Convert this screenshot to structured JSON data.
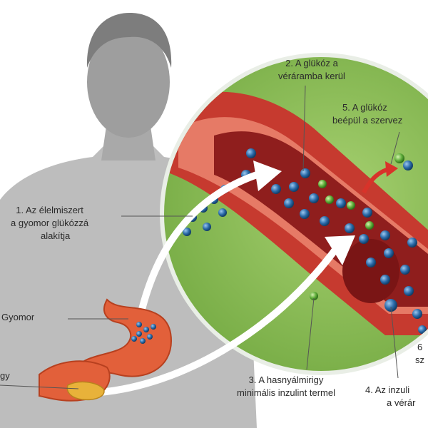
{
  "labels": {
    "step1": {
      "line1": "1. Az élelmiszert",
      "line2": "a gyomor glükózzá",
      "line3": "alakítja"
    },
    "step2": {
      "line1": "2. A glükóz a",
      "line2": "véráramba kerül"
    },
    "step3": {
      "line1": "3. A hasnyálmirigy",
      "line2": "minimális inzulint termel"
    },
    "step4": {
      "line1": "4. Az inzuli",
      "line2": "a vérár"
    },
    "step5": {
      "line1": "5. A glükóz",
      "line2": "beépül a szervez"
    },
    "step6": {
      "line1": "6",
      "line2": "sz"
    },
    "stomach": "Gyomor",
    "pancreas": "gy"
  },
  "colors": {
    "background": "#ffffff",
    "body_silhouette": "#b8b8b8",
    "head_silhouette": "#9c9c9c",
    "magnifier_fill": "#8fc25a",
    "magnifier_border": "#e9eee6",
    "vessel_outer": "#c63a2f",
    "vessel_inner": "#8f1e1d",
    "glucose_molecule": "#2a6aa8",
    "insulin_molecule": "#5fae3a",
    "stomach": "#e2603a",
    "pancreas": "#e8b23a",
    "arrow": "#ffffff",
    "arrow_red": "#d8332a",
    "leader_line": "#555555",
    "text": "#2b2b2b"
  },
  "icons": [
    "glucose-molecule-icon",
    "insulin-molecule-icon",
    "arrow-icon"
  ]
}
